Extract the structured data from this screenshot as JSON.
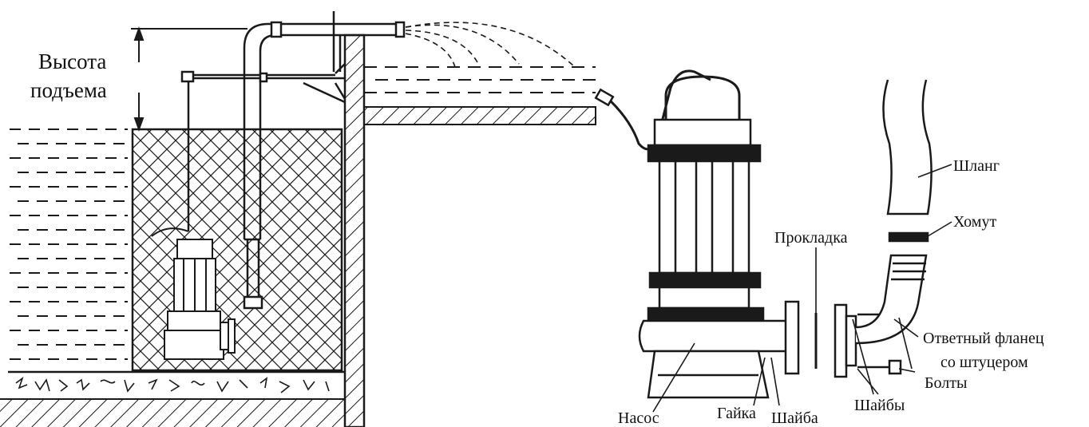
{
  "labels": {
    "lift_height_line1": "Высота",
    "lift_height_line2": "подъема",
    "hose": "Шланг",
    "clamp": "Хомут",
    "gasket": "Прокладка",
    "counter_flange_line1": "Ответный фланец",
    "counter_flange_line2": "со штуцером",
    "bolts": "Болты",
    "washers_plural": "Шайбы",
    "pump": "Насос",
    "nut": "Гайка",
    "washer": "Шайба"
  },
  "colors": {
    "line": "#1a1a1a",
    "background": "#ffffff"
  }
}
